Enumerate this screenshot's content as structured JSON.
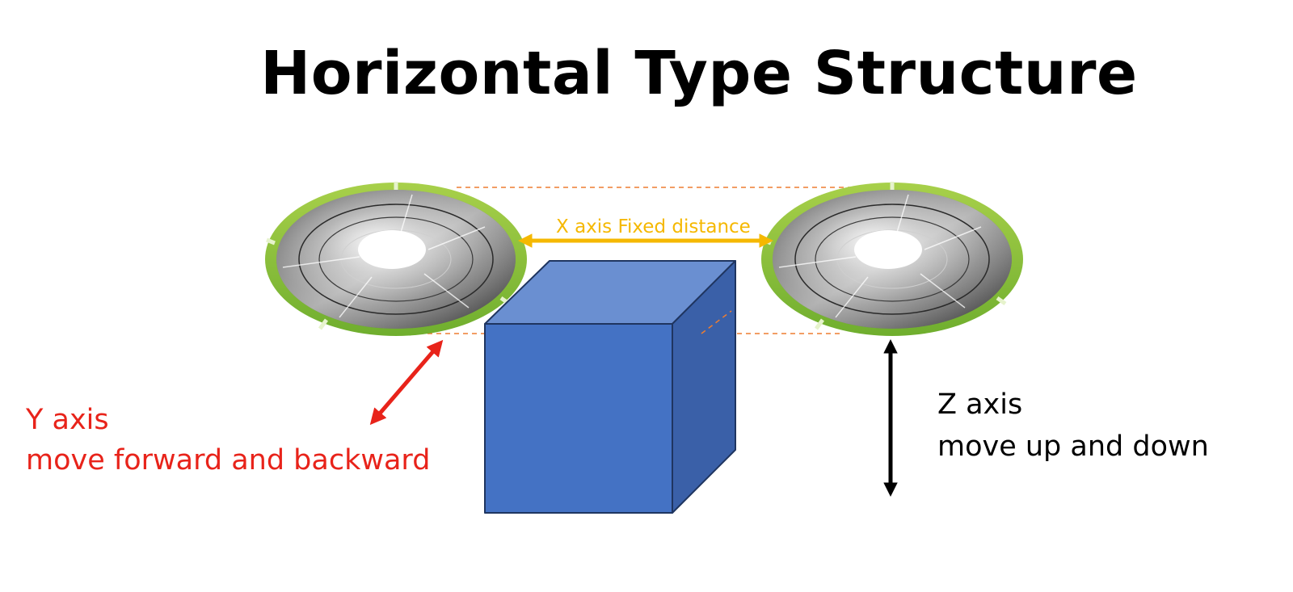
{
  "title": "Horizontal Type Structure",
  "labels": {
    "x_axis": "X axis Fixed distance",
    "y_axis_line1": "Y axis",
    "y_axis_line2": "move forward and backward",
    "z_axis_line1": "Z axis",
    "z_axis_line2": "move up and down"
  },
  "colors": {
    "x_axis": "#f5b800",
    "y_axis": "#e8231a",
    "z_axis": "#000000",
    "cube_front": "#4472c4",
    "cube_top": "#6a8fd1",
    "cube_side": "#3a60a8",
    "blade_edge": "#8dc63f",
    "guide_line": "#ed7d31"
  },
  "icons": {
    "blade": "saw-blade-icon",
    "workpiece": "cube-icon"
  }
}
